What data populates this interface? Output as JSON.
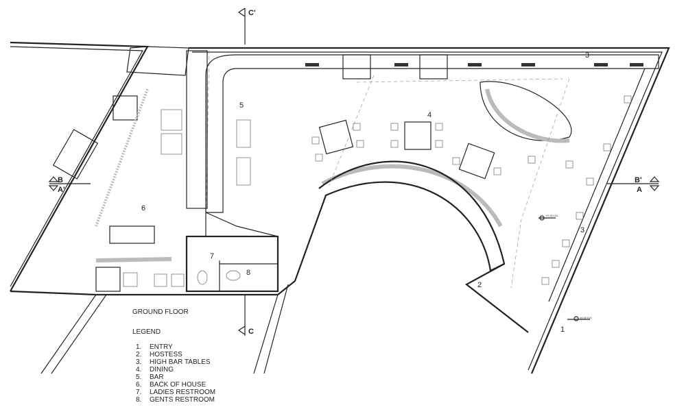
{
  "title": "GROUND FLOOR",
  "legend": {
    "heading": "LEGEND",
    "items": [
      {
        "num": "1.",
        "label": "ENTRY"
      },
      {
        "num": "2.",
        "label": "HOSTESS"
      },
      {
        "num": "3.",
        "label": "HIGH BAR TABLES"
      },
      {
        "num": "4.",
        "label": "DINING"
      },
      {
        "num": "5.",
        "label": "BAR"
      },
      {
        "num": "6.",
        "label": "BACK OF HOUSE"
      },
      {
        "num": "7.",
        "label": "LADIES RESTROOM"
      },
      {
        "num": "8.",
        "label": "GENTS RESTROOM"
      }
    ]
  },
  "room_tags": {
    "entry": "1",
    "hostess": "2",
    "high_bar_top": "3",
    "high_bar_side": "3",
    "dining": "4",
    "bar": "5",
    "back_of_house": "6",
    "ladies": "7",
    "gents": "8"
  },
  "section_marks": {
    "c_top": "C'",
    "c_bottom": "C",
    "left_upper": "B",
    "left_lower": "A'",
    "right_upper": "B'",
    "right_lower": "A"
  },
  "levels": {
    "upper": "+0'.00 LVL",
    "entry": "±0.00 LVL"
  }
}
